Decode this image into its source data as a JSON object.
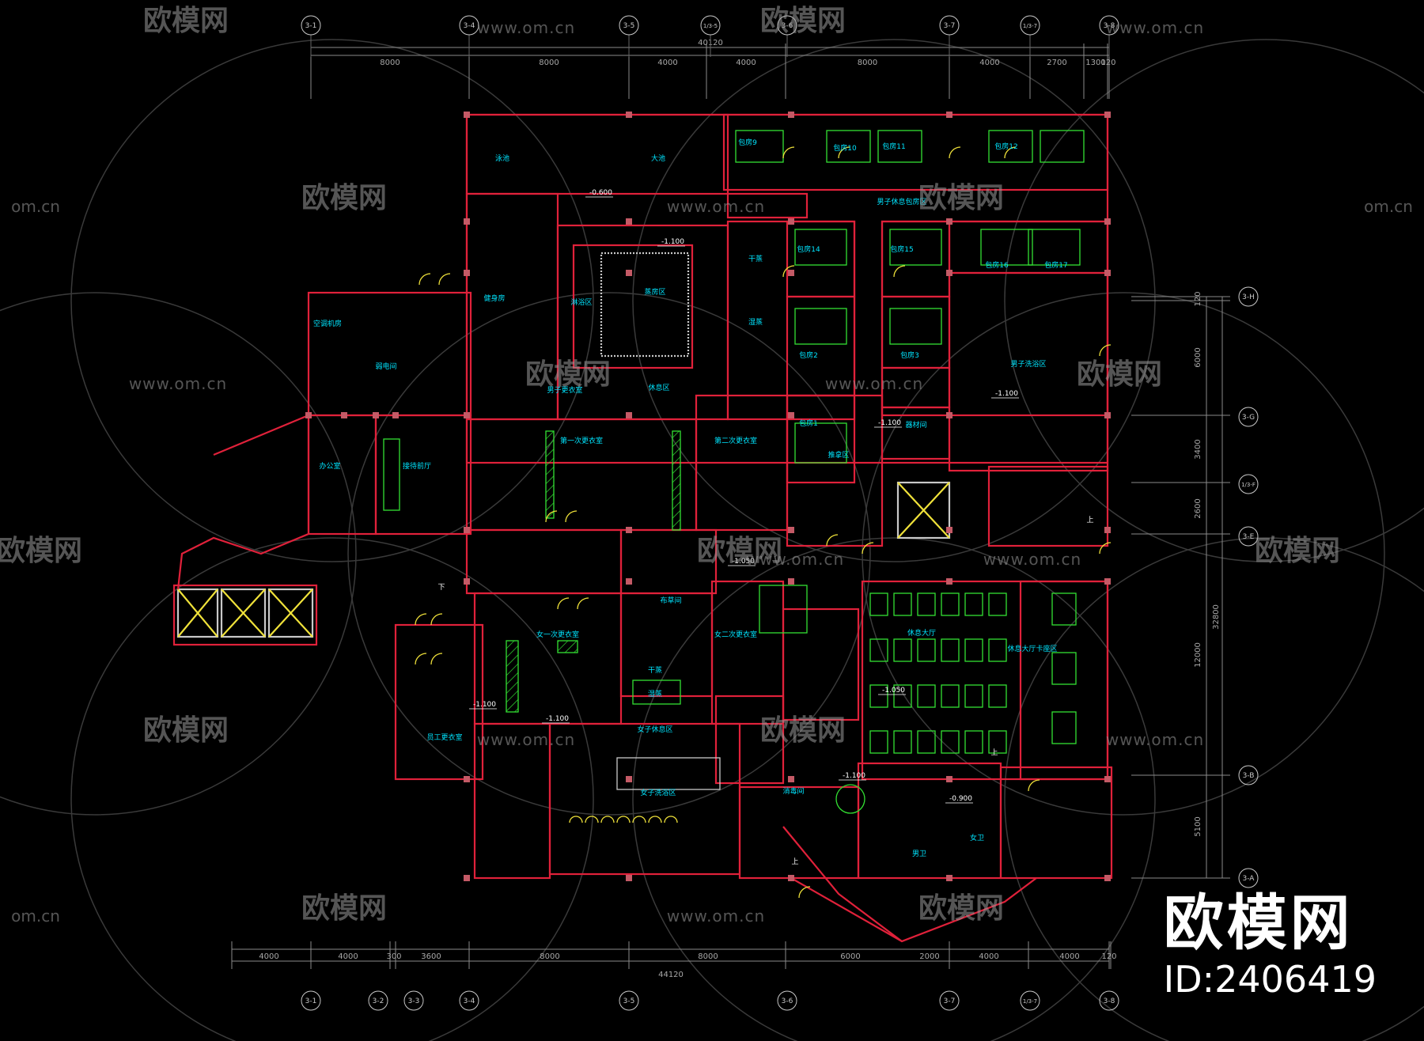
{
  "watermark": {
    "brand": "欧模网",
    "url": "www.om.cn",
    "url_partial": "om.cn"
  },
  "product_id": "ID:2406419",
  "colors": {
    "background": "#000000",
    "wall": "#e0213a",
    "dim": "#b0b0b0",
    "room_label": "#00e5ff",
    "furniture": "#33e033",
    "door": "#f0e23a",
    "column": "#ff6a7a",
    "grid_bubble": "#c9c9c9",
    "accent": "#ff33ff"
  },
  "grid": {
    "top_axes": [
      "3-1",
      "3-4",
      "3-5",
      "3-6",
      "3-7",
      "3-8"
    ],
    "top_sub_axes": [
      "1/3-5",
      "1/3-7"
    ],
    "bottom_axes": [
      "3-1",
      "3-2",
      "3-3",
      "3-4",
      "3-5",
      "3-6",
      "3-7",
      "3-8"
    ],
    "bottom_sub_axes": [
      "1/3-7"
    ],
    "right_axes": [
      "3-H",
      "3-G",
      "3-E",
      "3-B",
      "3-A"
    ],
    "right_sub_axes": [
      "1/3-F"
    ]
  },
  "dimensions": {
    "top_total": "40120",
    "top_segments": [
      "8000",
      "8000",
      "4000",
      "4000",
      "8000",
      "4000",
      "2700",
      "1300",
      "120"
    ],
    "bottom_total": "44120",
    "bottom_segments": [
      "4000",
      "4000",
      "300",
      "3600",
      "8000",
      "8000",
      "6000",
      "2000",
      "4000",
      "4000",
      "120"
    ],
    "right_total": "32800",
    "right_segments": [
      "120",
      "6000",
      "3400",
      "2600",
      "12000",
      "5100"
    ]
  },
  "levels": [
    "-0.600",
    "-1.100",
    "-1.100",
    "-1.100",
    "-1.050",
    "-1.050",
    "-1.100",
    "-1.100",
    "-1.100",
    "-0.900"
  ],
  "rooms": [
    "泳池",
    "大池",
    "包房9",
    "包房10",
    "包房11",
    "包房12",
    "男子休息包房区",
    "包房14",
    "包房15",
    "包房16",
    "包房17",
    "健身房",
    "淋浴区",
    "蒸房区",
    "干蒸",
    "湿蒸",
    "包房2",
    "包房3",
    "包房1",
    "休息区",
    "男子洗浴区",
    "空调机房",
    "办公室",
    "弱电间",
    "接待前厅",
    "男子更衣室",
    "第一次更衣室",
    "第二次更衣室",
    "推拿区",
    "布草间",
    "女二次更衣室",
    "女一次更衣室",
    "干蒸",
    "湿蒸",
    "女子休息区",
    "女子洗浴区",
    "休息大厅",
    "休息大厅卡座区",
    "器材间",
    "消毒间",
    "员工更衣室",
    "男卫",
    "女卫"
  ],
  "stair_marks": [
    "上",
    "下",
    "上",
    "上"
  ]
}
